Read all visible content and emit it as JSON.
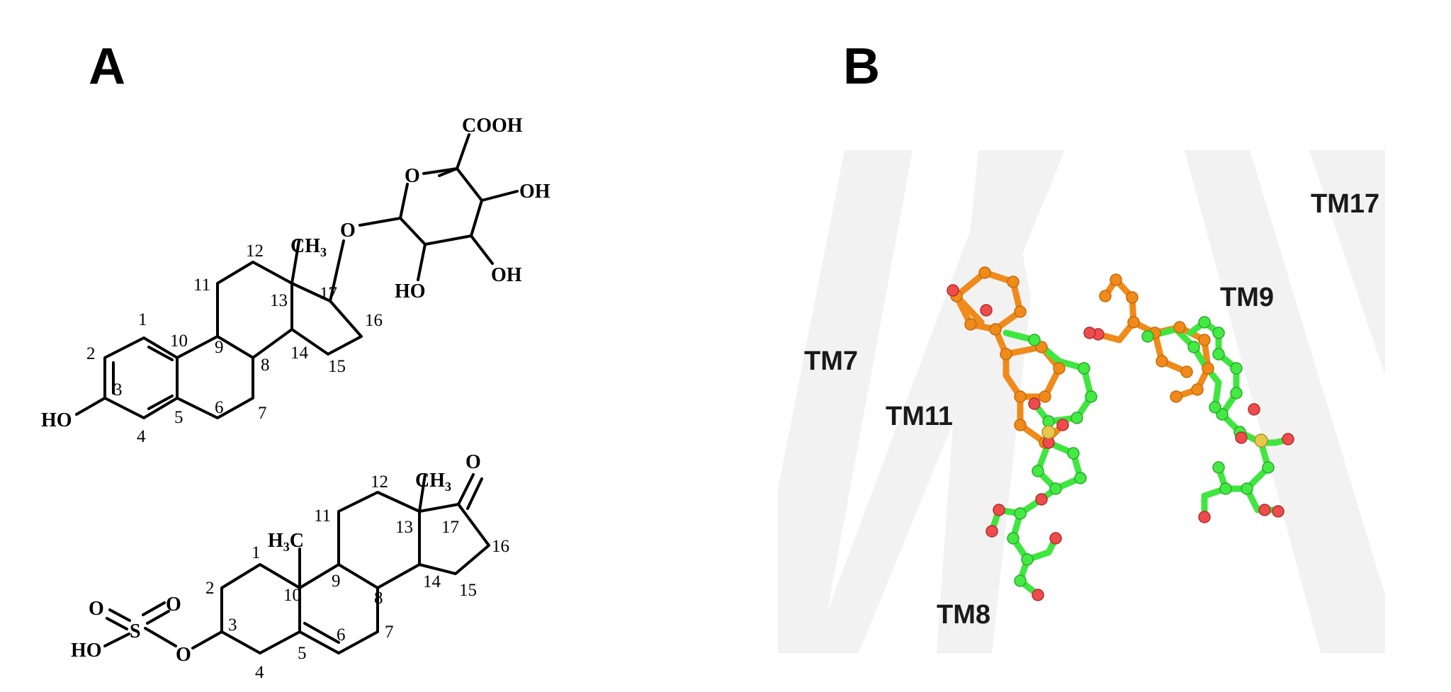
{
  "panels": {
    "a": "A",
    "b": "B"
  },
  "molecule1": {
    "atoms": {
      "cooh": "COOH",
      "ring_o": "O",
      "link_o": "O",
      "oh_right_top": "OH",
      "oh_right_bottom": "OH",
      "oh_left": "HO",
      "ch3": "CH",
      "ch3_sub": "3",
      "ho_phenol": "HO"
    },
    "numbers": [
      "1",
      "2",
      "3",
      "4",
      "5",
      "6",
      "7",
      "8",
      "9",
      "10",
      "11",
      "12",
      "13",
      "14",
      "15",
      "16",
      "17"
    ]
  },
  "molecule2": {
    "atoms": {
      "ketone_o": "O",
      "ch3": "CH",
      "ch3_sub": "3",
      "h3c_h": "H",
      "h3c_sub": "3",
      "h3c_c": "C",
      "sulfate_o1": "O",
      "sulfate_o2": "O",
      "sulfate_s": "S",
      "sulfate_ho": "HO",
      "sulfate_bridge_o": "O"
    },
    "numbers": [
      "1",
      "2",
      "3",
      "4",
      "5",
      "6",
      "7",
      "8",
      "9",
      "10",
      "11",
      "12",
      "13",
      "14",
      "15",
      "16",
      "17"
    ]
  },
  "helices": {
    "tm7": "TM7",
    "tm11": "TM11",
    "tm8": "TM8",
    "tm9": "TM9",
    "tm17": "TM17"
  },
  "colors": {
    "ligand_orange": "#f08a1a",
    "ligand_green": "#44ea44",
    "oxygen": "#ee4c4c",
    "sulfur": "#e8c84a",
    "helix": "#f2f2f2"
  }
}
